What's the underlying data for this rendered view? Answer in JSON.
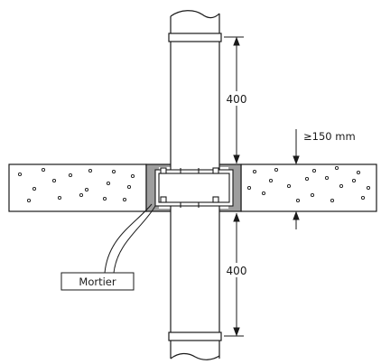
{
  "labels": {
    "dimension_top": "400",
    "dimension_bottom": "400",
    "slab_thickness": "≥150 mm",
    "callout": "Mortier"
  },
  "colors": {
    "stroke": "#1a1a1a",
    "mortar_fill": "#9e9e9e",
    "background": "#ffffff"
  }
}
